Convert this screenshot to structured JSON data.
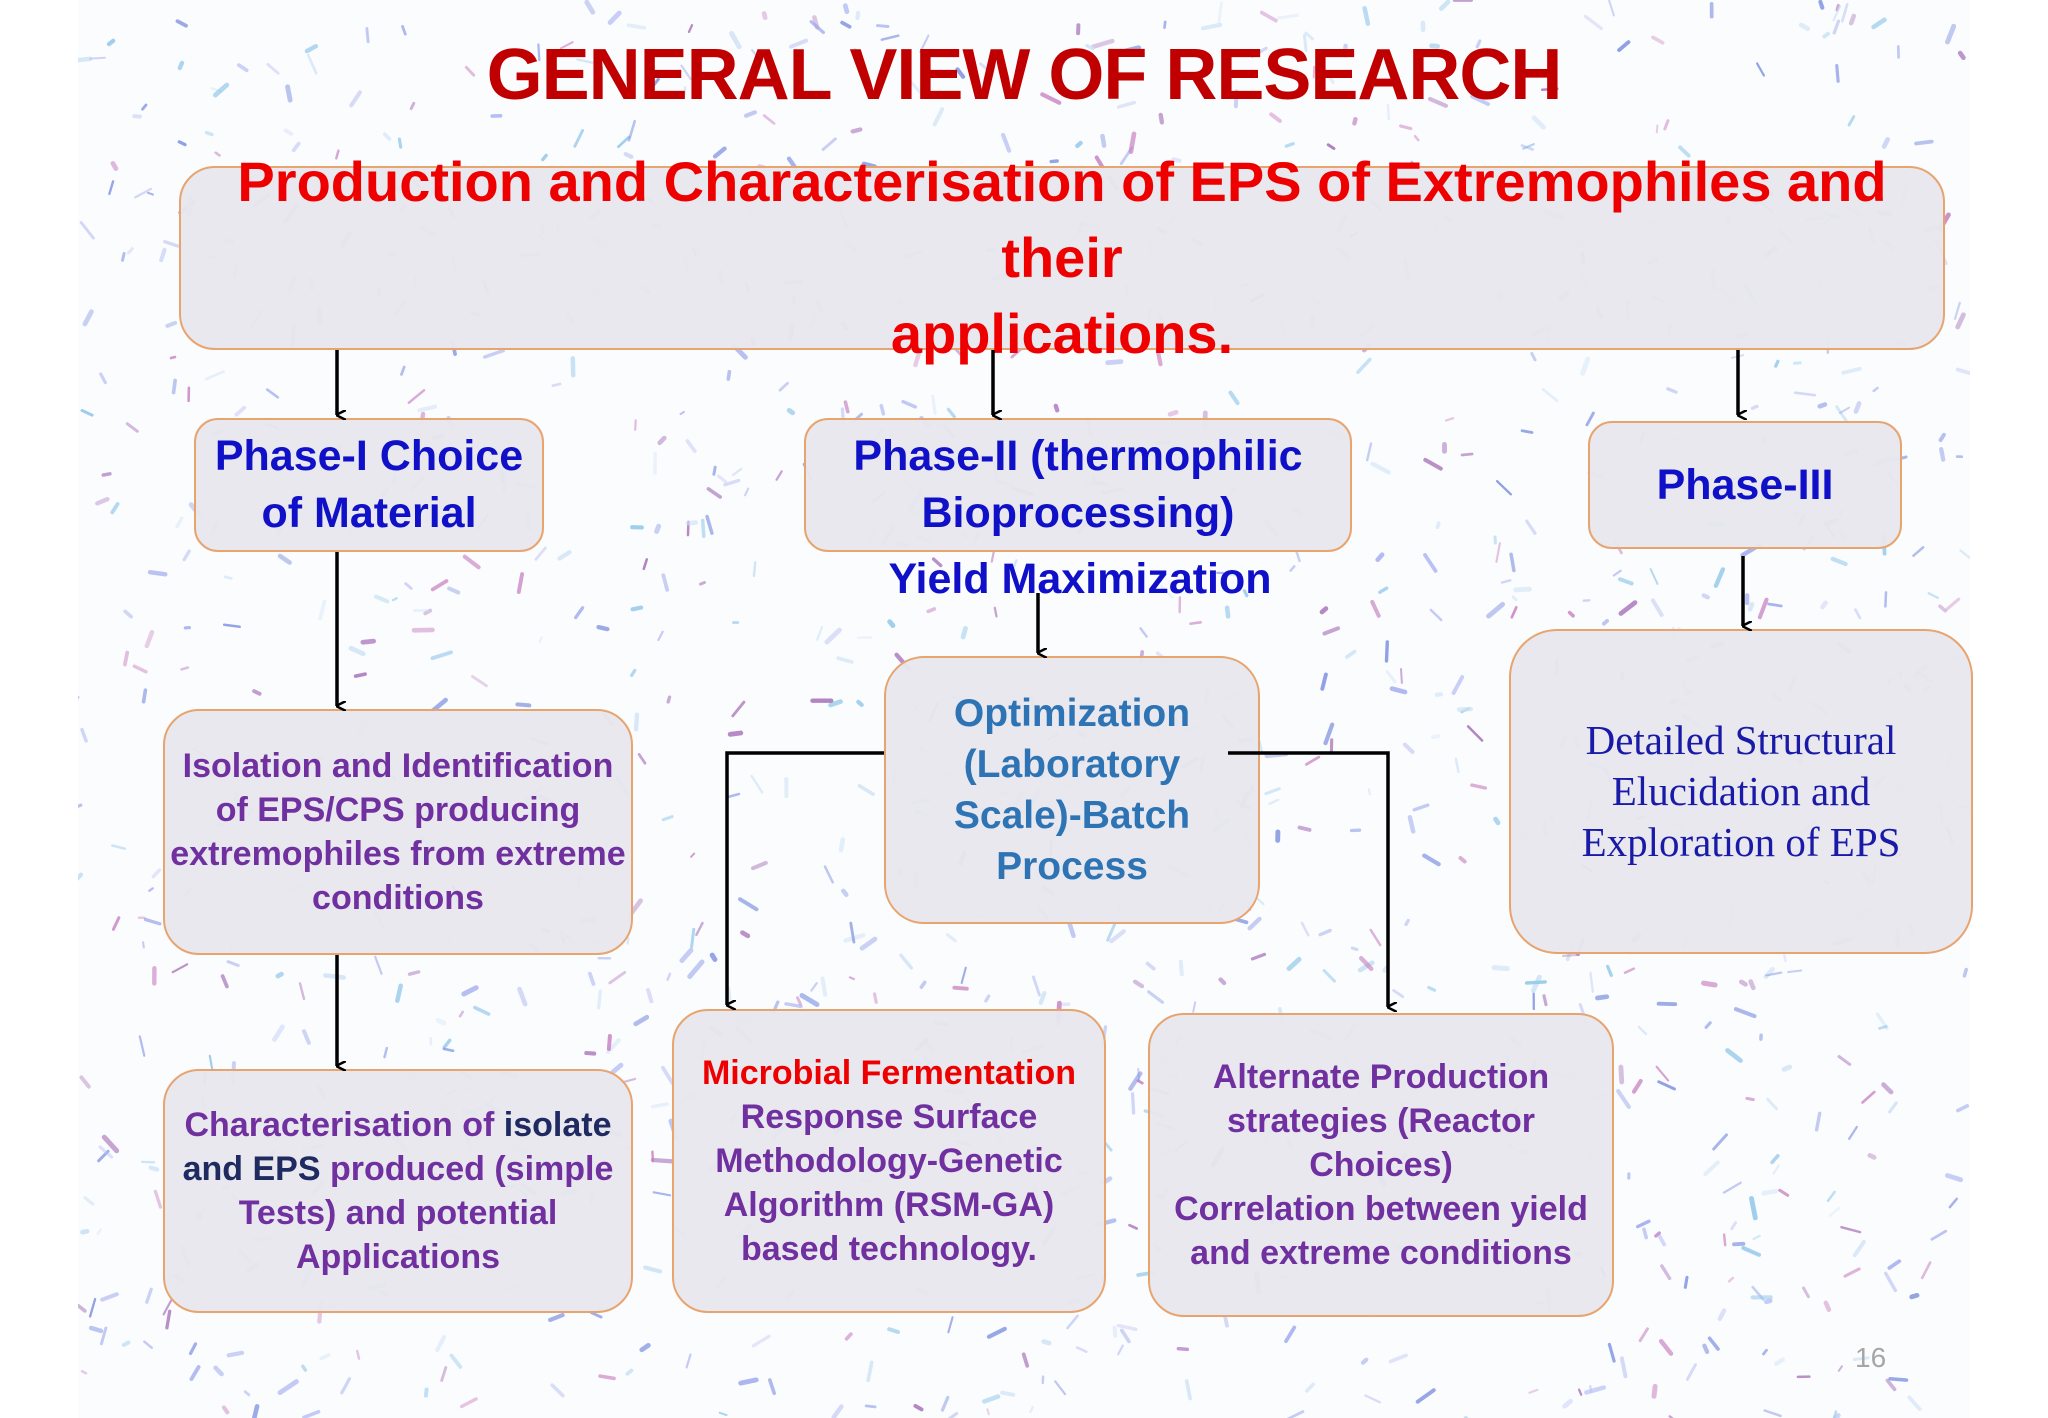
{
  "title": "GENERAL VIEW OF RESEARCH",
  "main_box": {
    "line1": "Production and Characterisation of EPS of Extremophiles and their",
    "line2": "applications."
  },
  "phase1": {
    "line1": "Phase-I Choice",
    "line2": "of Material"
  },
  "phase2": {
    "line1": "Phase-II (thermophilic",
    "line2": "Bioprocessing)",
    "line3": "Yield Maximization"
  },
  "phase3": {
    "line1": "Phase-III"
  },
  "isolation": {
    "line1": "Isolation and Identification",
    "line2": "of EPS/CPS producing",
    "line3": "extremophiles from extreme",
    "line4": "conditions"
  },
  "characterisation": {
    "l1a": "Characterisation of ",
    "l1b": "isolate",
    "l2a": "and EPS",
    "l2b": " produced (simple",
    "line3": "Tests) and potential",
    "line4": "Applications"
  },
  "optimization": {
    "line1": "Optimization",
    "line2": "(Laboratory",
    "line3": "Scale)-Batch",
    "line4": "Process"
  },
  "fermentation": {
    "line1": "Microbial Fermentation",
    "line2": "Response Surface",
    "line3": "Methodology-Genetic",
    "line4": "Algorithm (RSM-GA)",
    "line5": "based technology."
  },
  "alternate": {
    "line1": "Alternate Production",
    "line2": "strategies (Reactor",
    "line3": "Choices)",
    "line4": "Correlation between yield",
    "line5": "and extreme conditions"
  },
  "structural": {
    "line1": "Detailed Structural",
    "line2": "Elucidation and",
    "line3": "Exploration of EPS"
  },
  "page_number": "16",
  "colors": {
    "title_red": "#c00000",
    "main_red": "#ee0000",
    "phase_blue": "#1010c8",
    "body_purple": "#7030a0",
    "steel_blue": "#2e74b5",
    "box_border": "#e8a46f",
    "box_fill": "#e7e7ed"
  }
}
